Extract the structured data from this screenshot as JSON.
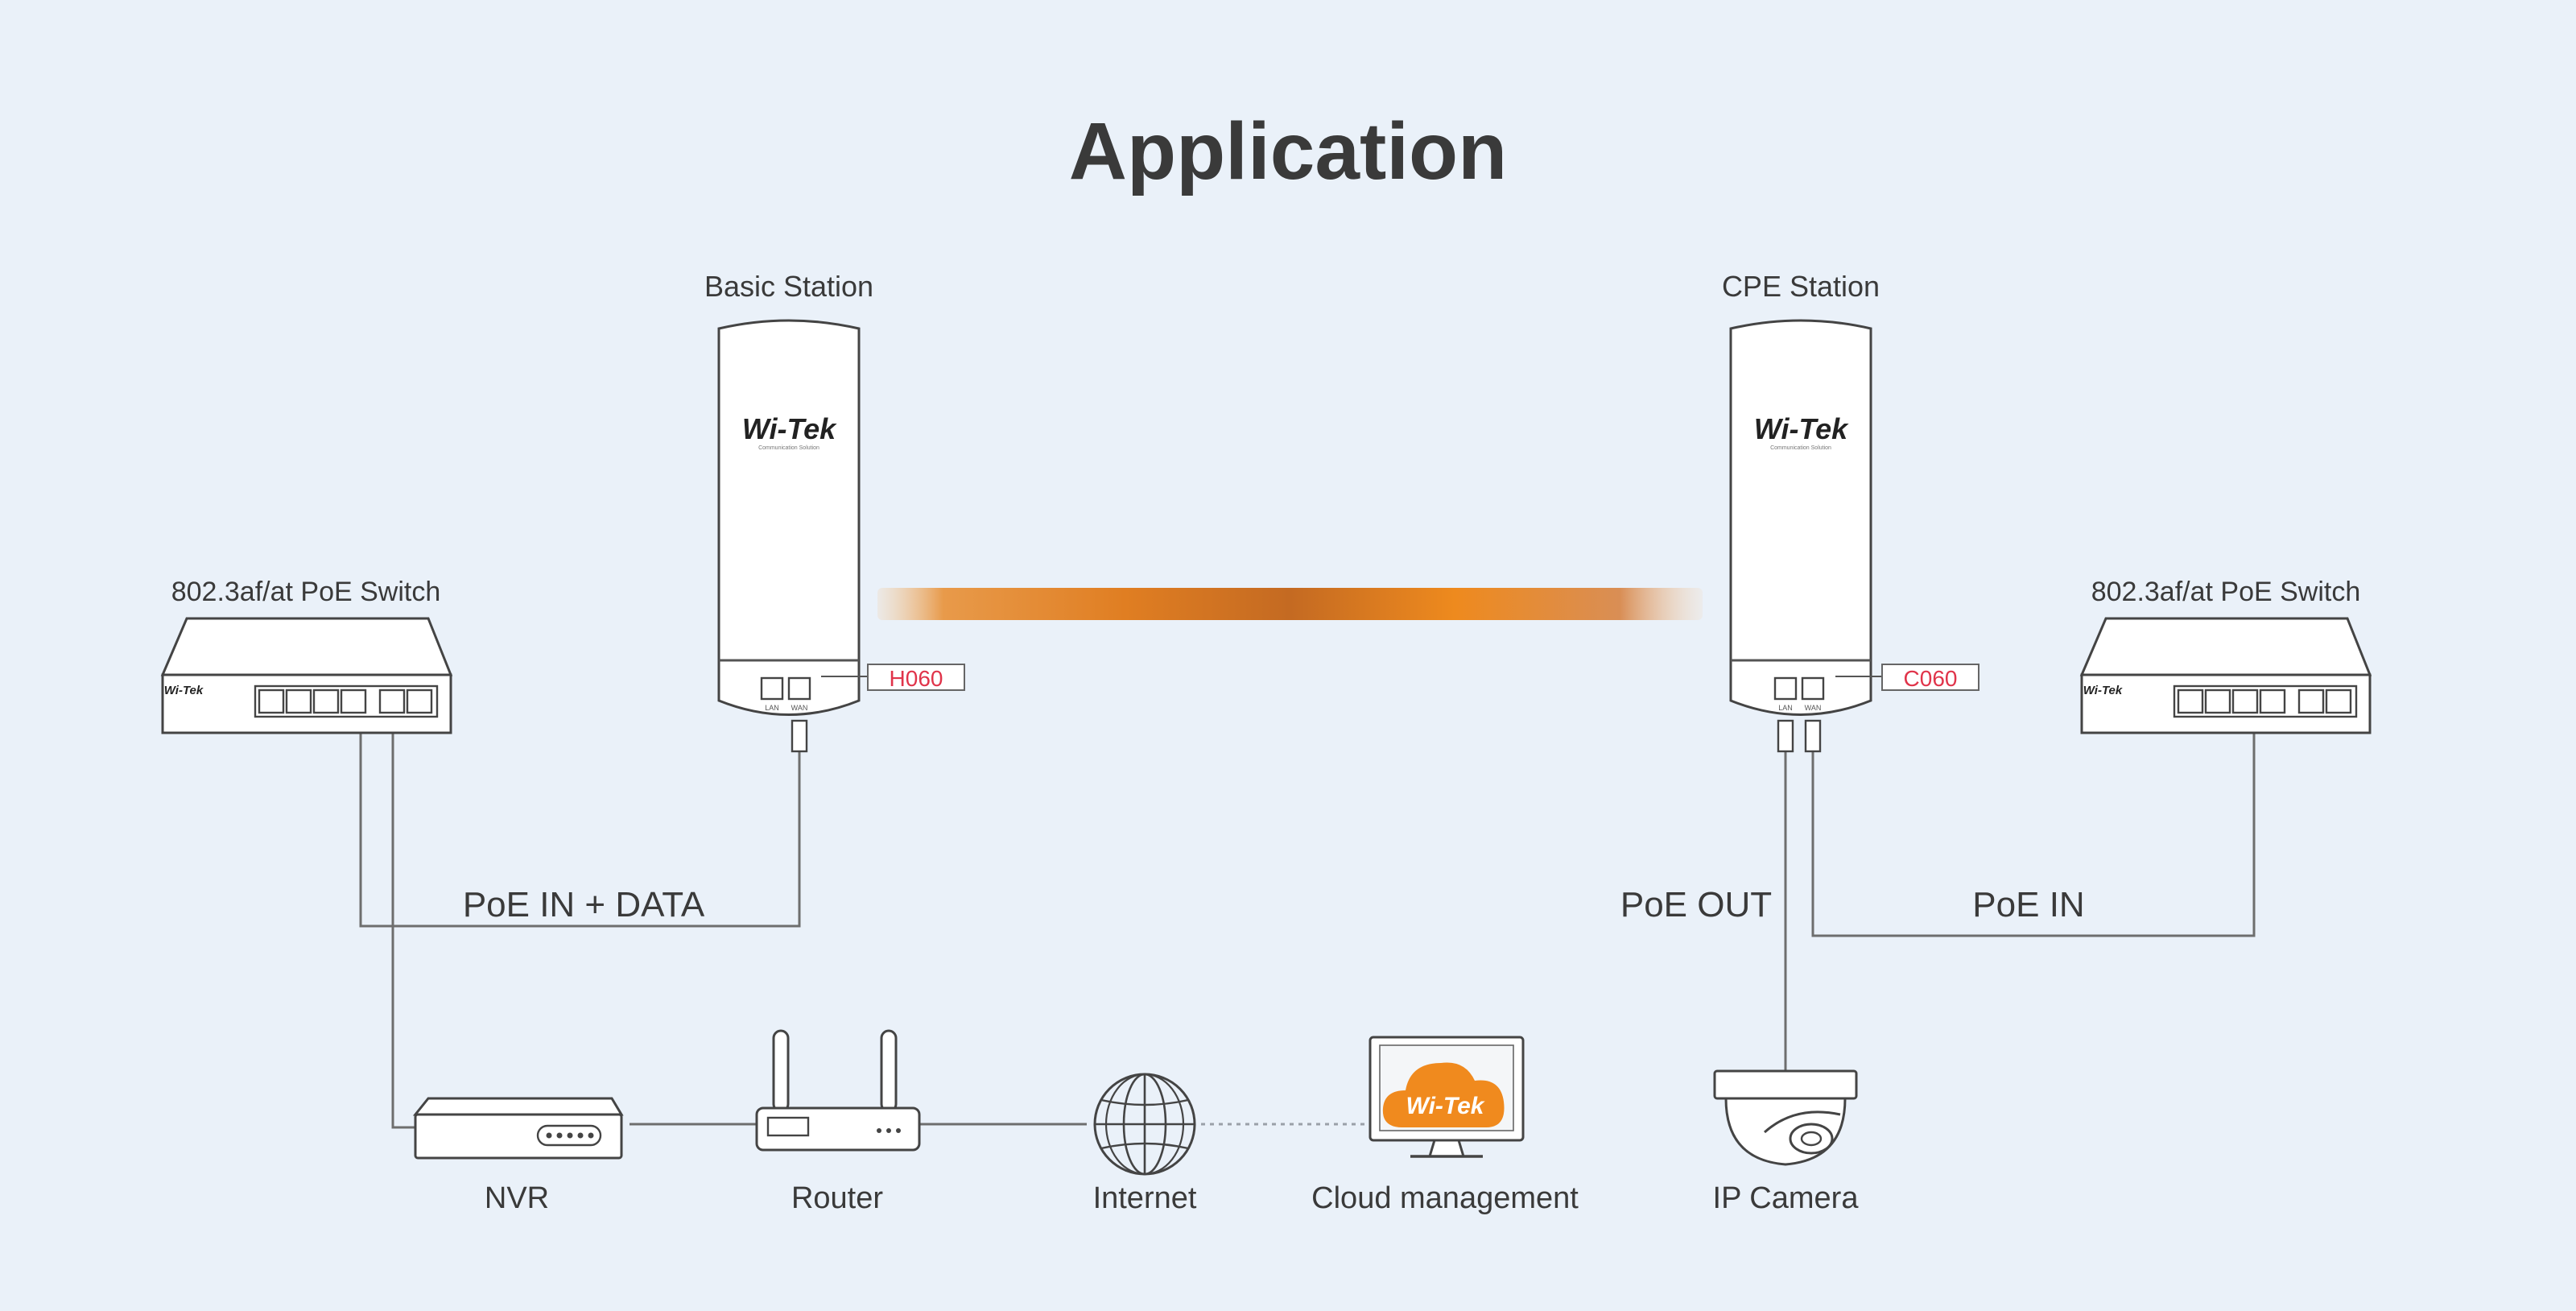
{
  "title": "Application",
  "stations": {
    "basic": {
      "label": "Basic Station",
      "model": "H060",
      "brand": "Wi-Tek",
      "brand_sub": "Communication Solution",
      "ports": [
        "LAN",
        "WAN"
      ]
    },
    "cpe": {
      "label": "CPE Station",
      "model": "C060",
      "brand": "Wi-Tek",
      "brand_sub": "Communication Solution",
      "ports": [
        "LAN",
        "WAN"
      ]
    }
  },
  "switches": {
    "left": {
      "label": "802.3af/at PoE Switch",
      "brand": "Wi-Tek"
    },
    "right": {
      "label": "802.3af/at PoE Switch",
      "brand": "Wi-Tek"
    }
  },
  "connections": {
    "left_poe": "PoE IN + DATA",
    "poe_out": "PoE OUT",
    "poe_in": "PoE IN"
  },
  "devices": {
    "nvr": "NVR",
    "router": "Router",
    "internet": "Internet",
    "cloud": "Cloud management",
    "cloud_brand": "Wi-Tek",
    "camera": "IP Camera"
  },
  "colors": {
    "background": "#eaf1f9",
    "link_beam": "#e88a2a",
    "model_text": "#e0344a",
    "cloud": "#f08a1e"
  }
}
